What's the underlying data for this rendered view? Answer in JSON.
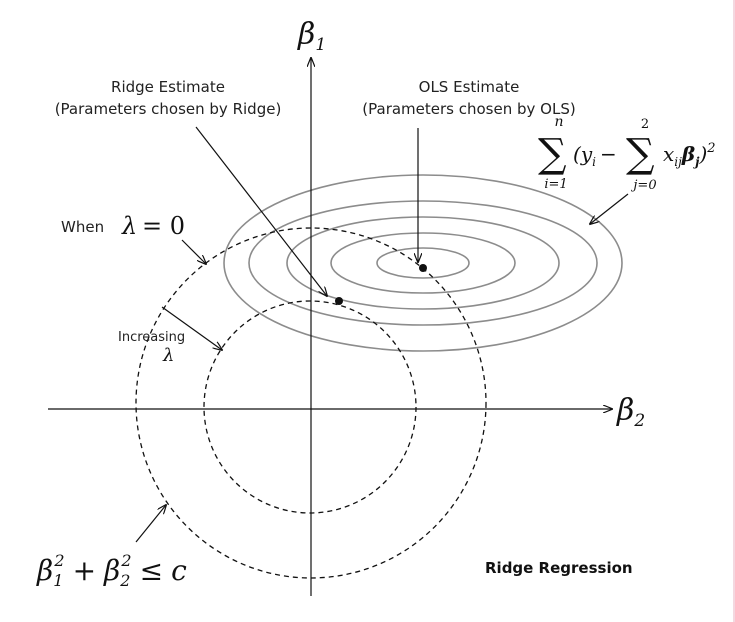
{
  "axes": {
    "vertical_label": "β",
    "vertical_sub": "1",
    "horizontal_label": "β",
    "horizontal_sub": "2"
  },
  "ridge_estimate": {
    "line1": "Ridge Estimate",
    "line2": "(Parameters chosen by Ridge)"
  },
  "ols_estimate": {
    "line1": "OLS Estimate",
    "line2": "(Parameters chosen by OLS)"
  },
  "rss_formula": {
    "sum_symbol": "∑",
    "upper_n": "n",
    "lower_i": "i=1",
    "term_open": "(",
    "y": "y",
    "y_sub": "i",
    "minus": "−",
    "inner_upper": "2",
    "inner_lower": "j=0",
    "x": "x",
    "x_sub": "ij",
    "beta": "β",
    "beta_sub": "j",
    "term_close": ")",
    "power": "2"
  },
  "lambda_zero": {
    "prefix": "When",
    "lambda": "λ",
    "eq": "= 0"
  },
  "increasing": {
    "word": "Increasing",
    "lambda": "λ"
  },
  "constraint": {
    "b1": "β",
    "b1_sub": "1",
    "b1_pow": "2",
    "plus": "+",
    "b2": "β",
    "b2_sub": "2",
    "b2_pow": "2",
    "leq": "≤",
    "c": "c"
  },
  "diagram_title": "Ridge Regression",
  "colors": {
    "contour": "#8c8c8c",
    "axis": "#111111",
    "dashed": "#111111"
  }
}
